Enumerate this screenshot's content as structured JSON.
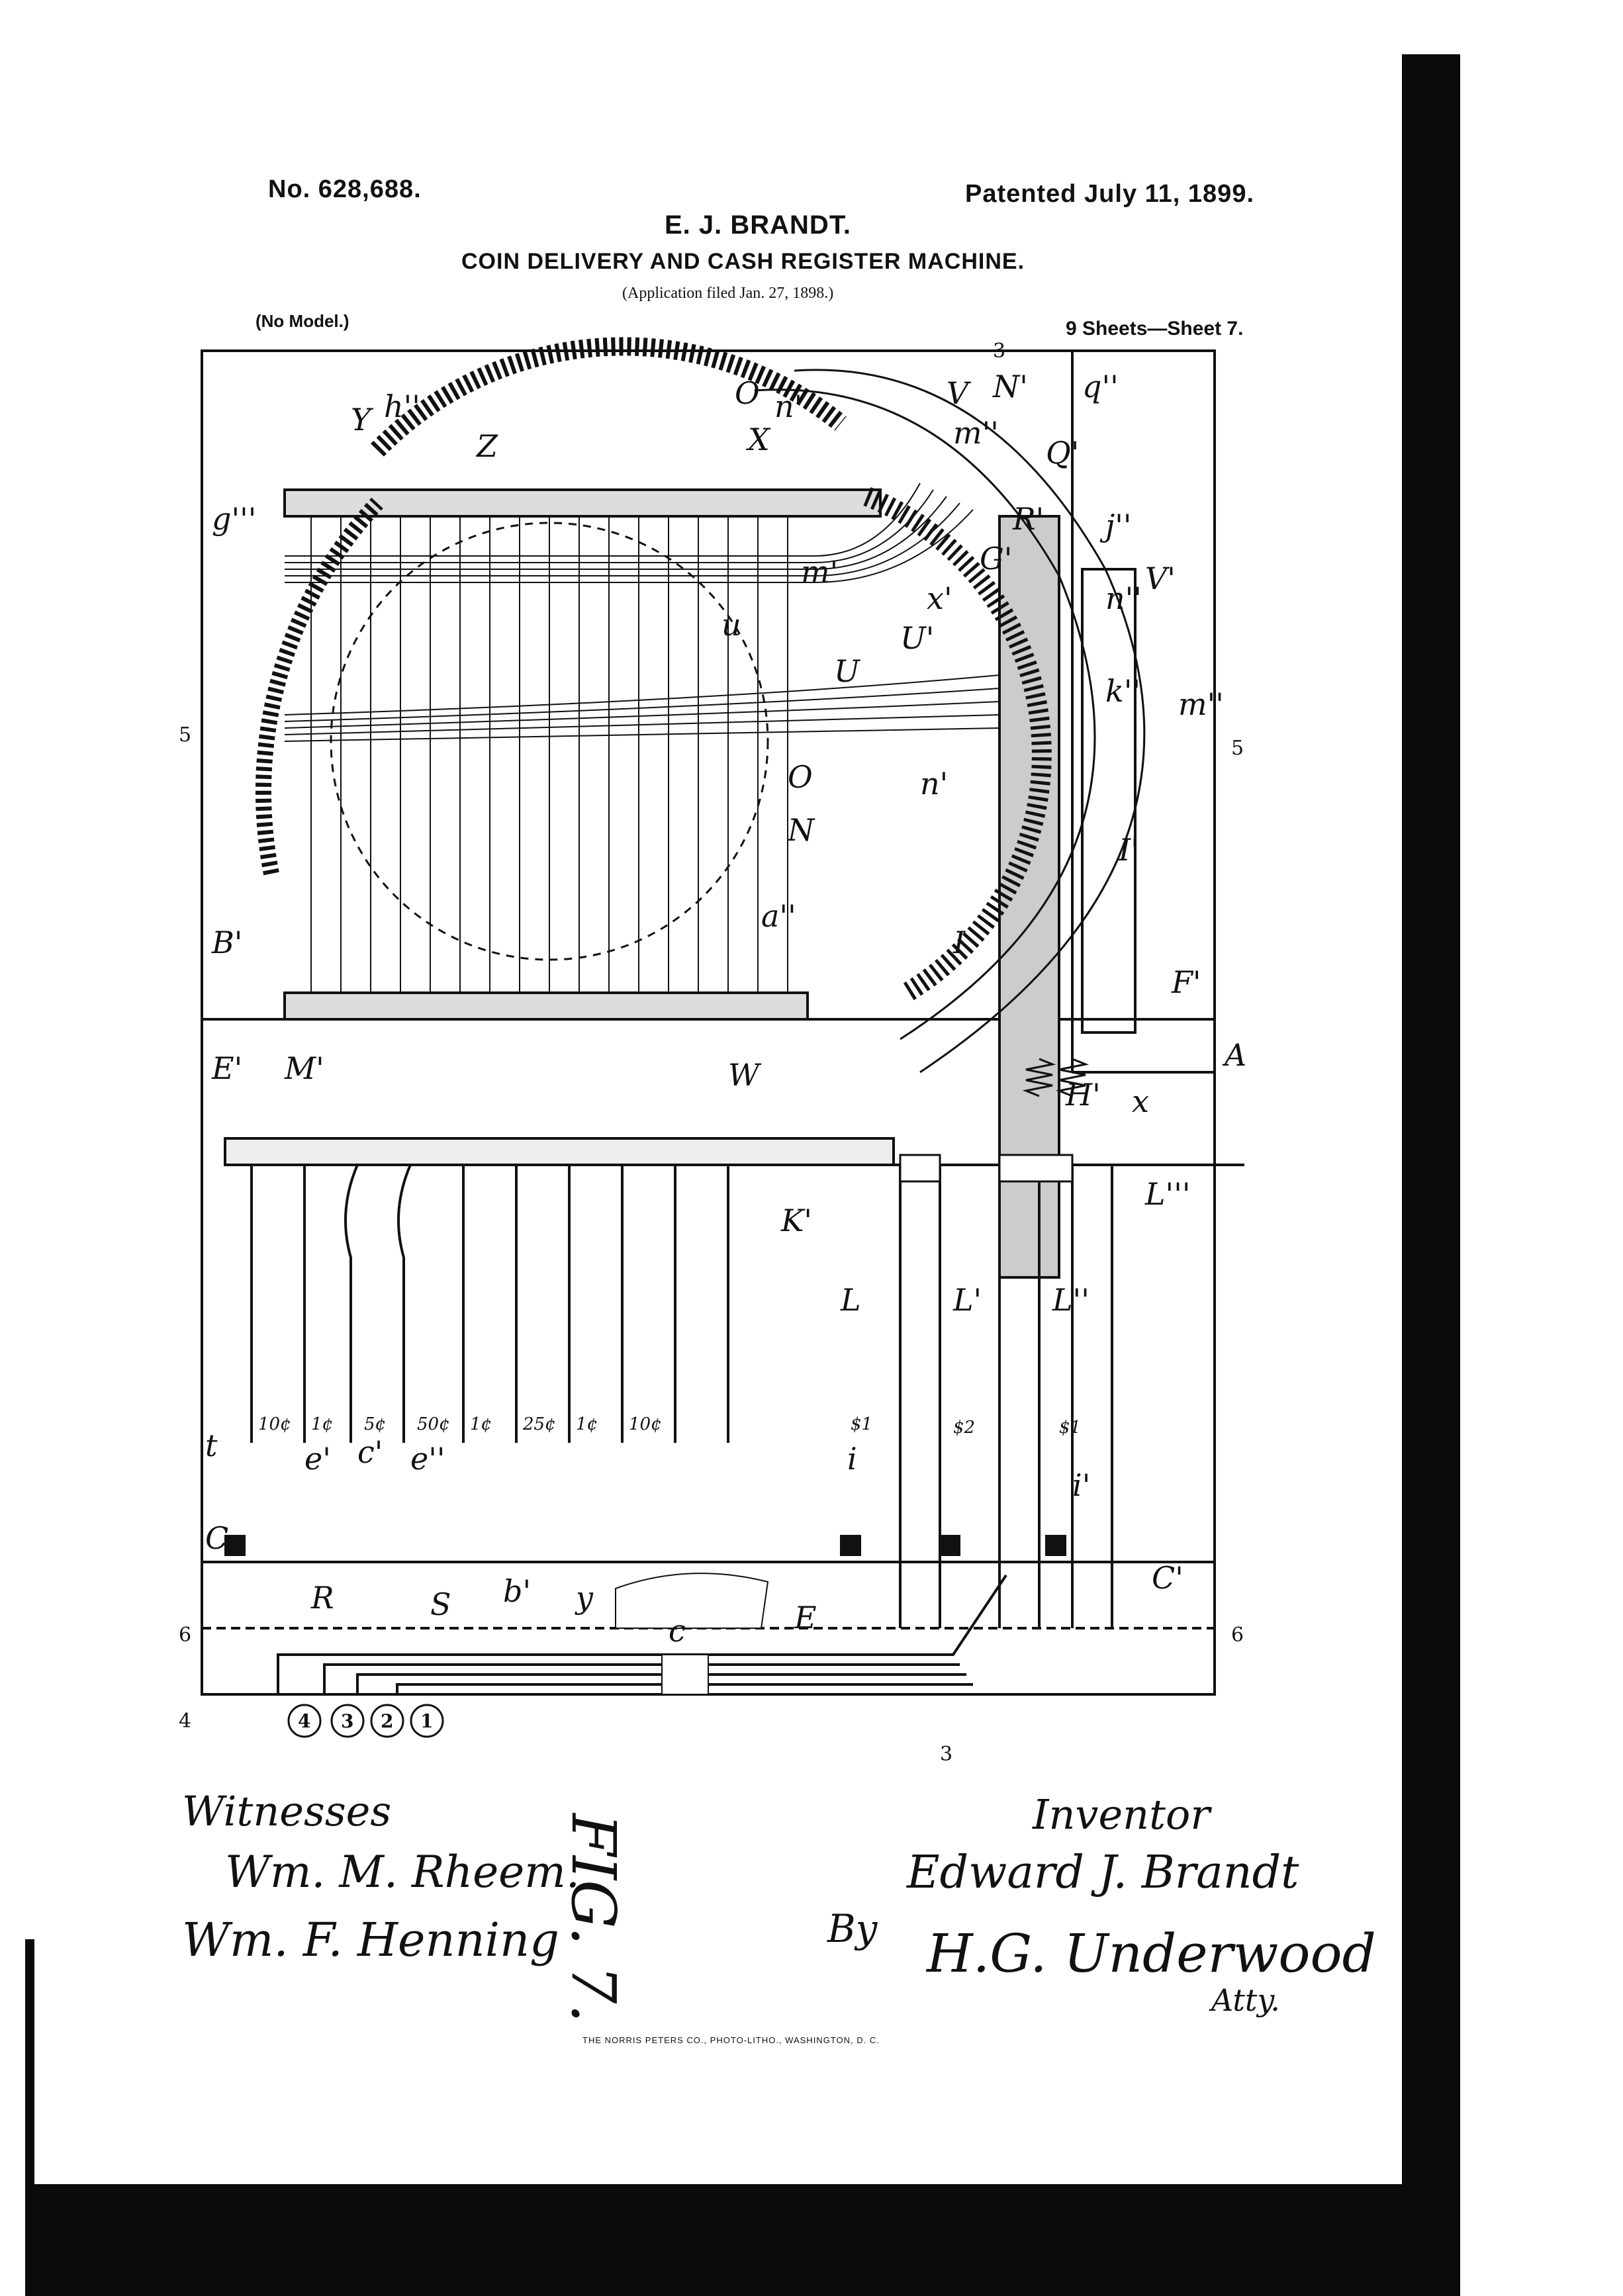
{
  "header": {
    "patent_number": "No. 628,688.",
    "patent_date": "Patented July 11, 1899.",
    "inventor": "E. J. BRANDT.",
    "title": "COIN DELIVERY AND CASH REGISTER MACHINE.",
    "application": "(Application filed Jan. 27, 1898.)",
    "model": "(No Model.)",
    "sheet": "9 Sheets—Sheet 7."
  },
  "drawing": {
    "figure": "FIG. 7.",
    "section_marks": [
      "3",
      "4",
      "5",
      "6"
    ],
    "coin_labels": [
      "10¢",
      "1¢",
      "5¢",
      "50¢",
      "1¢",
      "25¢",
      "1¢",
      "10¢",
      "$1",
      "$2",
      "$1"
    ],
    "key_numbers": [
      "4",
      "3",
      "2",
      "1"
    ],
    "reference_letters": [
      "Y",
      "h''",
      "Z",
      "O",
      "X",
      "n'",
      "N'",
      "V",
      "q''",
      "m''",
      "Q'",
      "g'''",
      "m'",
      "G'",
      "R'",
      "j''",
      "U",
      "u",
      "x'",
      "n''",
      "V'",
      "k''",
      "U'",
      "m''",
      "N",
      "O",
      "a''",
      "n'",
      "I'",
      "B'",
      "E'",
      "M'",
      "W",
      "I",
      "F'",
      "A",
      "H'",
      "x",
      "K'",
      "L",
      "L'",
      "L''",
      "L'''",
      "t",
      "e'",
      "c'",
      "e''",
      "i",
      "C",
      "R",
      "S",
      "b'",
      "y",
      "c",
      "E",
      "i'",
      "C'"
    ]
  },
  "signatures": {
    "witnesses_label": "Witnesses",
    "witness_1": "Wm. M. Rheem.",
    "witness_2": "Wm. F. Henning",
    "inventor_label": "Inventor",
    "inventor_signature": "Edward J. Brandt",
    "by": "By",
    "attorney_signature": "H.G. Underwood",
    "attorney_label": "Atty."
  },
  "footer": {
    "printer": "THE NORRIS PETERS CO., PHOTO-LITHO., WASHINGTON, D. C."
  }
}
